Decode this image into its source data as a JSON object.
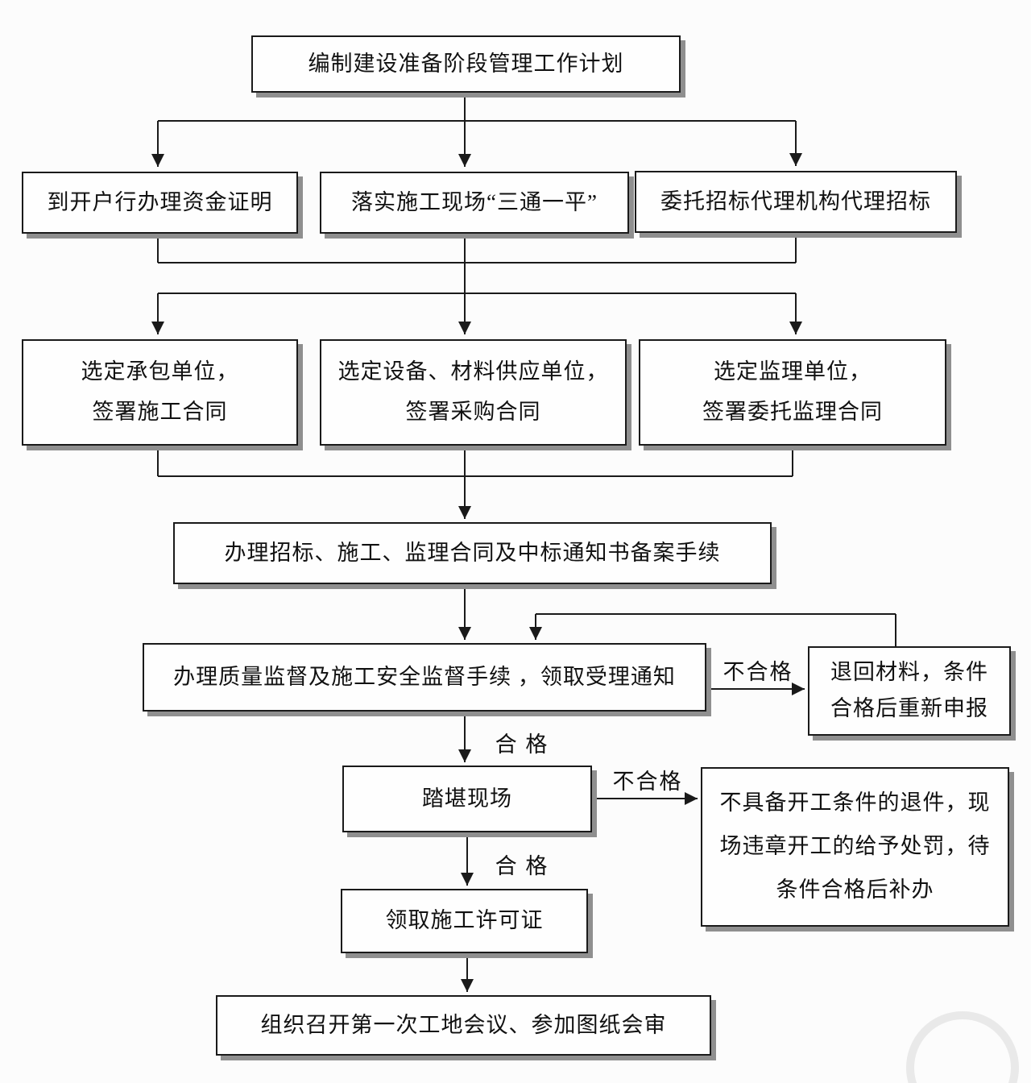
{
  "palette": {
    "border": "#1a1a1a",
    "shadow": "#8f8f8f",
    "background": "#fcfcfc",
    "text": "#111111"
  },
  "nodes": {
    "plan": {
      "text": "编制建设准备阶段管理工作计划"
    },
    "fund_proof": {
      "text": "到开户行办理资金证明"
    },
    "site_prep": {
      "text": "落实施工现场“三通一平”"
    },
    "bidding_agency": {
      "text": "委托招标代理机构代理招标"
    },
    "contractor": {
      "lines": [
        "选定承包单位，",
        "签署施工合同"
      ]
    },
    "supplier": {
      "lines": [
        "选定设备、材料供应单位，",
        "签署采购合同"
      ]
    },
    "supervisor": {
      "lines": [
        "选定监理单位，",
        "签署委托监理合同"
      ]
    },
    "filing": {
      "text": "办理招标、施工、监理合同及中标通知书备案手续"
    },
    "quality_supervision": {
      "text": "办理质量监督及施工安全监督手续 ，领取受理通知"
    },
    "return_materials": {
      "lines": [
        "退回材料，条件",
        "合格后重新申报"
      ]
    },
    "site_survey": {
      "text": "踏堪现场"
    },
    "rejection": {
      "lines": [
        "不具备开工条件的退件，现",
        "场违章开工的给予处罚，待",
        "条件合格后补办"
      ]
    },
    "permit": {
      "text": "领取施工许可证"
    },
    "first_meeting": {
      "text": "组织召开第一次工地会议、参加图纸会审"
    }
  },
  "edge_labels": {
    "unqualified_1": "不合格",
    "qualified_1": "合  格",
    "unqualified_2": "不合格",
    "qualified_2": "合  格"
  }
}
